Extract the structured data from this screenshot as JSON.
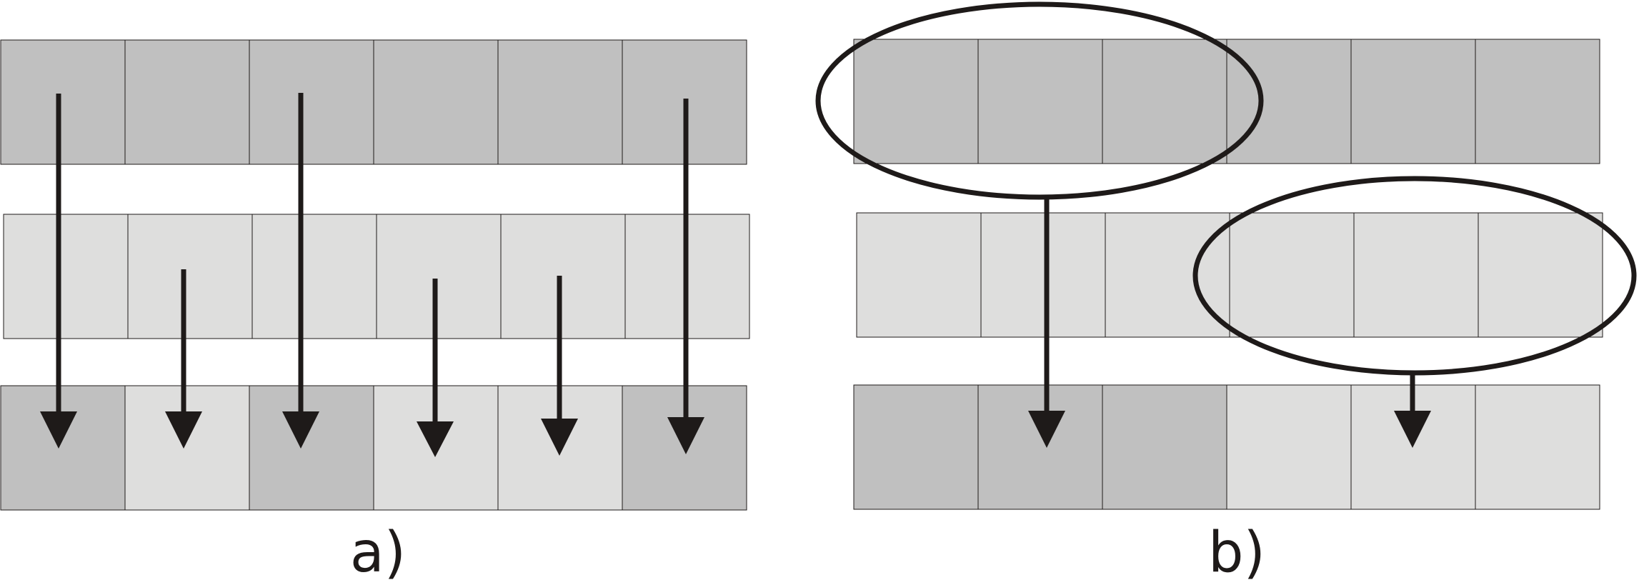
{
  "panels": [
    {
      "id": "a",
      "label": "a)",
      "rows": [
        [
          "dark",
          "dark",
          "dark",
          "dark",
          "dark",
          "dark"
        ],
        [
          "light",
          "light",
          "light",
          "light",
          "light",
          "light"
        ],
        [
          "dark",
          "light",
          "dark",
          "light",
          "light",
          "dark"
        ]
      ],
      "arrows": [
        {
          "col": 0,
          "from_row": 0
        },
        {
          "col": 1,
          "from_row": 1
        },
        {
          "col": 2,
          "from_row": 0
        },
        {
          "col": 3,
          "from_row": 1
        },
        {
          "col": 4,
          "from_row": 1
        },
        {
          "col": 5,
          "from_row": 0
        }
      ],
      "groups": []
    },
    {
      "id": "b",
      "label": "b)",
      "rows": [
        [
          "dark",
          "dark",
          "dark",
          "dark",
          "dark",
          "dark"
        ],
        [
          "light",
          "light",
          "light",
          "light",
          "light",
          "light"
        ],
        [
          "dark",
          "dark",
          "dark",
          "light",
          "light",
          "light"
        ]
      ],
      "arrows": [
        {
          "col": 1,
          "from_group": 0
        },
        {
          "col": 4,
          "from_group": 1
        }
      ],
      "groups": [
        {
          "row": 0,
          "cols": [
            0,
            1,
            2
          ]
        },
        {
          "row": 1,
          "cols": [
            3,
            4,
            5
          ]
        }
      ]
    }
  ],
  "colors": {
    "dark": "#c0c0c0",
    "light": "#dededd",
    "stroke": "#1e1a19",
    "background": "#ffffff"
  }
}
